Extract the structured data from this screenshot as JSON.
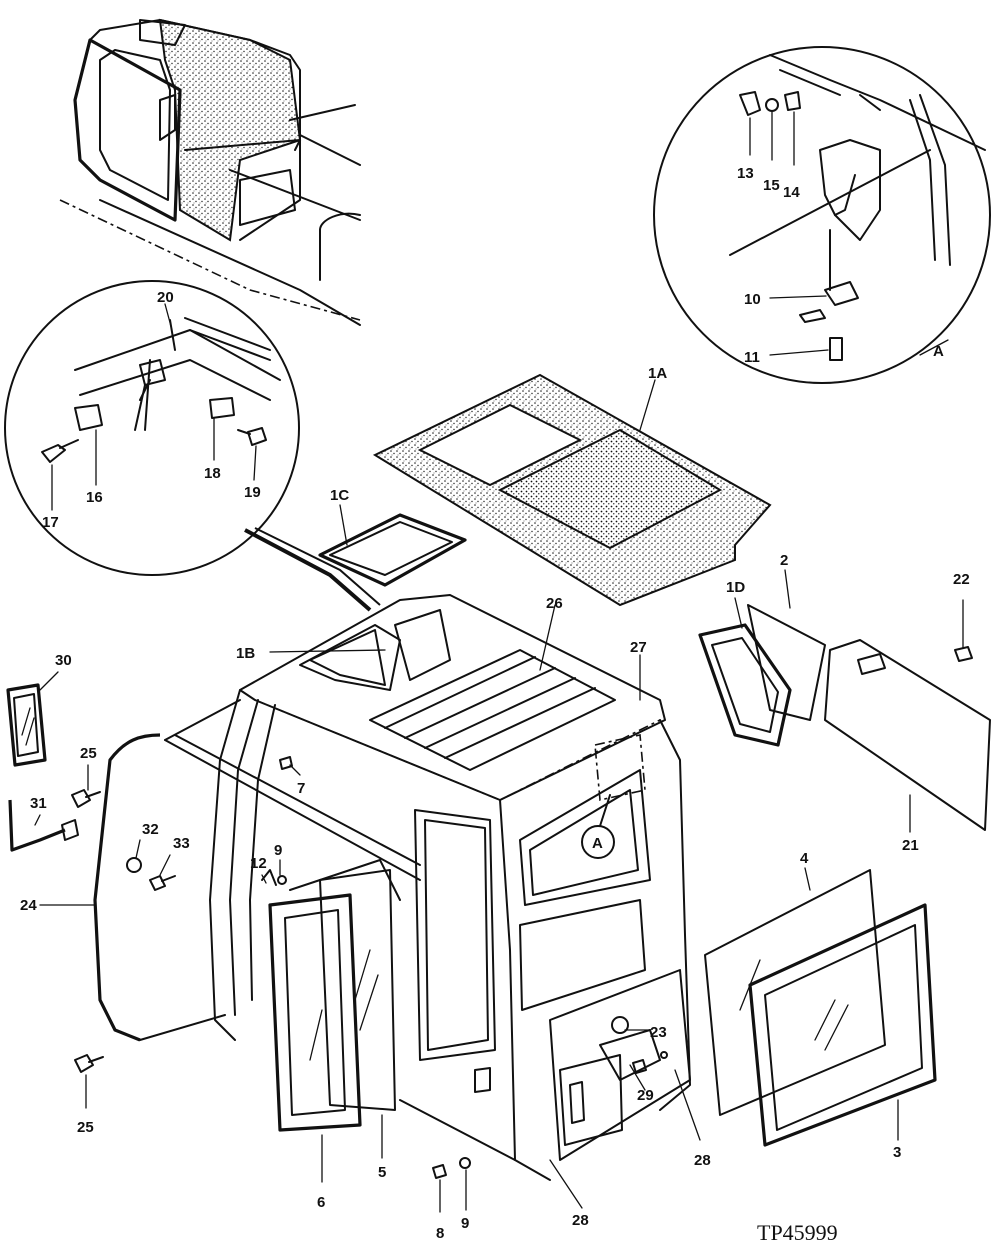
{
  "figure_id": "TP45999",
  "detail_a_label": "A",
  "callouts": [
    "1A",
    "1B",
    "1C",
    "1D",
    "2",
    "3",
    "4",
    "5",
    "6",
    "7",
    "8",
    "9",
    "10",
    "11",
    "12",
    "13",
    "14",
    "15",
    "16",
    "17",
    "18",
    "19",
    "20",
    "21",
    "22",
    "23",
    "24",
    "25",
    "26",
    "27",
    "28",
    "29",
    "30",
    "31",
    "32",
    "33"
  ]
}
